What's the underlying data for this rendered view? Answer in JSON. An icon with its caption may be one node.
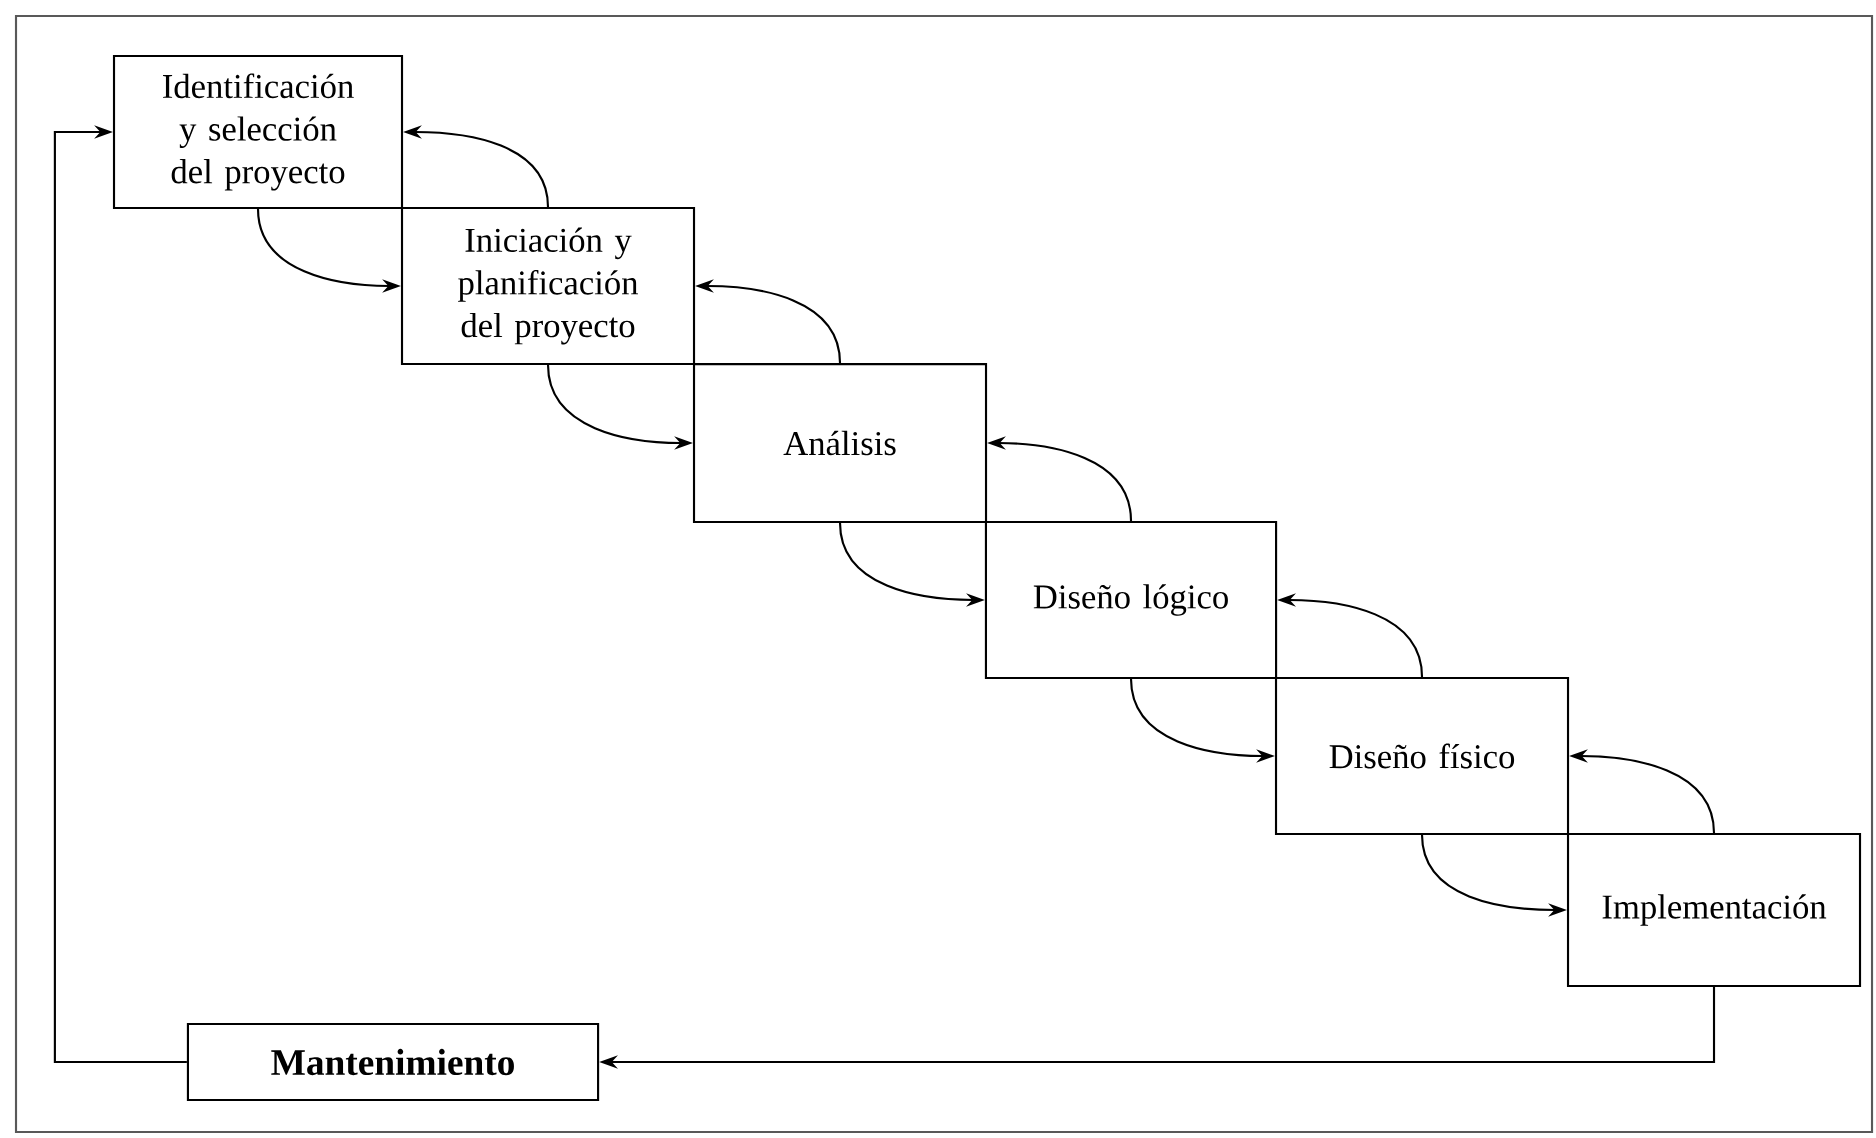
{
  "diagram": {
    "nodes": [
      {
        "text": [
          "Identificación y selección del proyecto"
        ]
      },
      {
        "text": [
          "Iniciación y planificación del proyecto"
        ]
      },
      {
        "text": [
          "Análisis"
        ]
      },
      {
        "text": [
          "Diseño lógico"
        ]
      },
      {
        "text": [
          "Diseño físico"
        ]
      },
      {
        "text": [
          "Implementación"
        ]
      },
      {
        "text": [
          "**Mantenimiento**"
        ]
      }
    ],
    "edges": [
      {
        "from": 0,
        "to": 1,
        "arrow": "to"
      },
      {
        "from": 1,
        "to": 0,
        "arrow": "to"
      },
      {
        "from": 1,
        "to": 2,
        "arrow": "to"
      },
      {
        "from": 2,
        "to": 1,
        "arrow": "to"
      },
      {
        "from": 2,
        "to": 3,
        "arrow": "to"
      },
      {
        "from": 3,
        "to": 2,
        "arrow": "to"
      },
      {
        "from": 3,
        "to": 4,
        "arrow": "to"
      },
      {
        "from": 4,
        "to": 3,
        "arrow": "to"
      },
      {
        "from": 4,
        "to": 5,
        "arrow": "to"
      },
      {
        "from": 5,
        "to": 4,
        "arrow": "to"
      },
      {
        "from": 5,
        "to": 6,
        "arrow": "to"
      },
      {
        "from": 6,
        "to": 0,
        "arrow": "to"
      }
    ]
  }
}
